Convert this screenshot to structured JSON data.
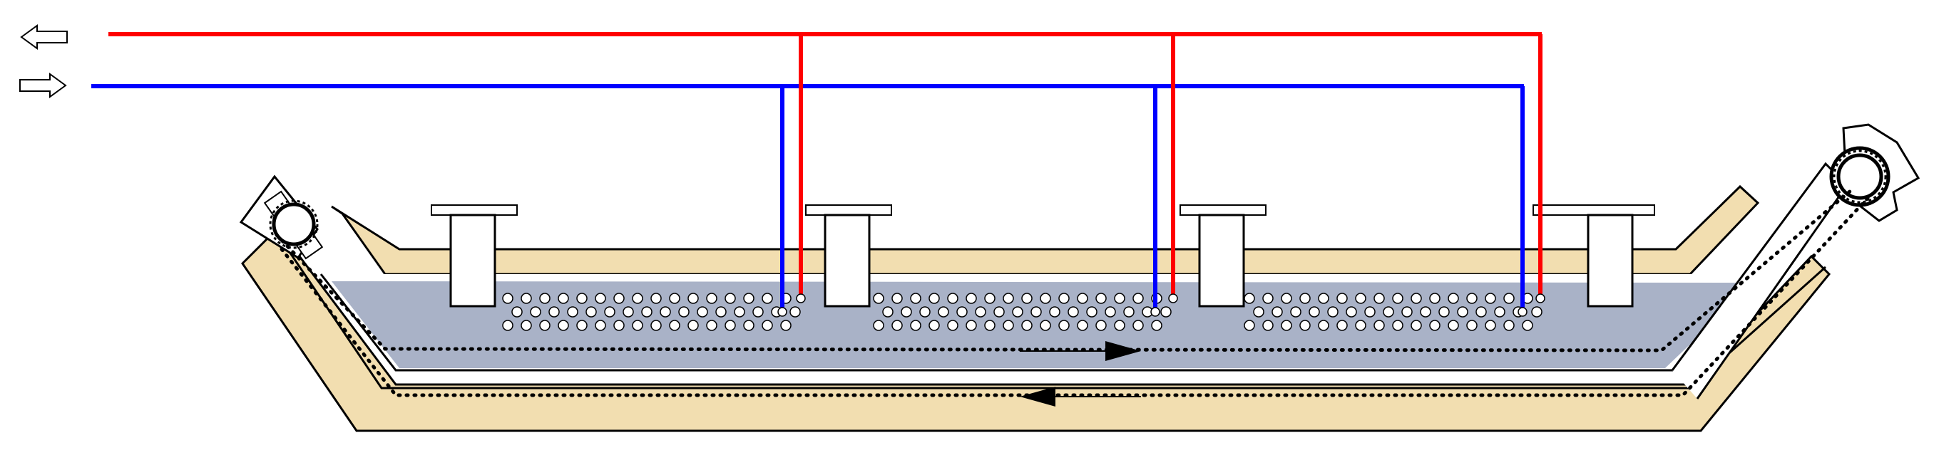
{
  "colors": {
    "supply_line": "#ff0000",
    "return_line": "#0000ff",
    "tank_wall": "#f2deb0",
    "tank_wall_shade": "#e6cf9c",
    "bath_liquid": "#a9b2c7",
    "outline": "#000000",
    "bubble_fill": "#ffffff",
    "background": "#ffffff"
  },
  "icons": {
    "top_arrow": "arrow-left-icon",
    "bottom_arrow": "arrow-right-icon",
    "chain_upper_flow": "arrow-right-icon",
    "chain_lower_flow": "arrow-left-icon"
  },
  "diagram": {
    "components": [
      "outlet-arrow",
      "inlet-arrow",
      "supply-line",
      "return-line",
      "tank",
      "bath",
      "heater-units",
      "air-bubbles",
      "conveyor-chain",
      "sprockets"
    ],
    "heater_units": 4,
    "bubble_spargers": 3
  }
}
